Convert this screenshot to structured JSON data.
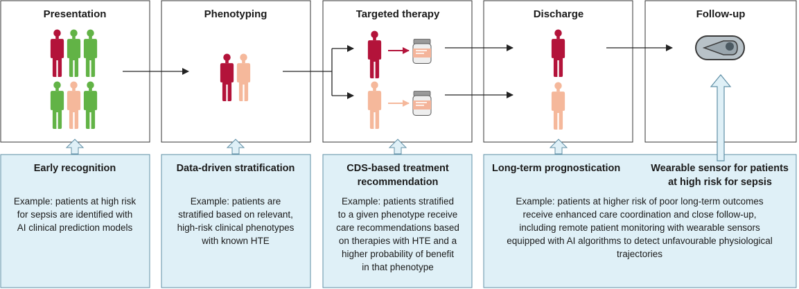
{
  "colors": {
    "dark_red": "#b3133a",
    "green": "#62b346",
    "peach": "#f5b89b",
    "panel_fill": "#dff0f7",
    "panel_stroke": "#5f8fa6",
    "line": "#222222"
  },
  "stages": [
    {
      "title": "Presentation"
    },
    {
      "title": "Phenotyping"
    },
    {
      "title": "Targeted therapy"
    },
    {
      "title": "Discharge"
    },
    {
      "title": "Follow-up"
    }
  ],
  "panels": [
    {
      "title_lines": [
        "Early recognition"
      ],
      "text_lines": [
        "Example: patients at high risk",
        "for sepsis are identified with",
        "AI clinical prediction models"
      ]
    },
    {
      "title_lines": [
        "Data-driven stratification"
      ],
      "text_lines": [
        "Example: patients are",
        "stratified based on relevant,",
        "high-risk clinical phenotypes",
        "with known HTE"
      ]
    },
    {
      "title_lines": [
        "CDS-based treatment",
        "recommendation"
      ],
      "text_lines": [
        "Example: patients stratified",
        "to a given phenotype receive",
        "care recommendations based",
        "on therapies with HTE and a",
        "higher probability of benefit",
        "in that phenotype"
      ]
    },
    {
      "title_lines": [
        "Long-term prognostication"
      ],
      "text_lines": []
    },
    {
      "title_lines": [
        "Wearable sensor for patients",
        "at high risk for sepsis"
      ],
      "text_lines": []
    }
  ],
  "shared_text_lines": [
    "Example: patients at higher risk of poor long-term outcomes",
    "receive enhanced care coordination and close follow-up,",
    "including remote patient monitoring with wearable sensors",
    "equipped with AI algorithms to detect unfavourable physiological",
    "trajectories"
  ],
  "icons": {
    "person": "person-icon",
    "medication": "medication-bottle-icon",
    "sensor": "wearable-sensor-icon"
  }
}
